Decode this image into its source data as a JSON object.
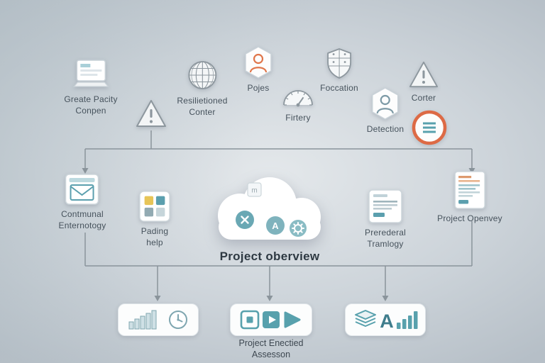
{
  "title": "Project oberview",
  "nodes": {
    "laptop": {
      "label": "Greate Pacity\nConpen"
    },
    "globe": {
      "label": "Resilietioned\nConter"
    },
    "pojes": {
      "label": "Pojes"
    },
    "gauge": {
      "label": "Firtery"
    },
    "shield": {
      "label": "Foccation"
    },
    "detection": {
      "label": "Detection"
    },
    "corter": {
      "label": "Corter"
    },
    "mail": {
      "label": "Contmunal\nEnternotogy"
    },
    "calendar": {
      "label": "Pading\nhelp"
    },
    "doc1": {
      "label": "Prerederal\nTramlogy"
    },
    "doc2": {
      "label": "Project Openvey"
    }
  },
  "cloud": {
    "tag": "m",
    "letter": "A"
  },
  "bottom": {
    "caption": "Project Enectied\nAssesson",
    "letter": "A"
  },
  "colors": {
    "teal": "#58a1ad",
    "orange": "#dd6a45",
    "line": "#8a949b"
  }
}
